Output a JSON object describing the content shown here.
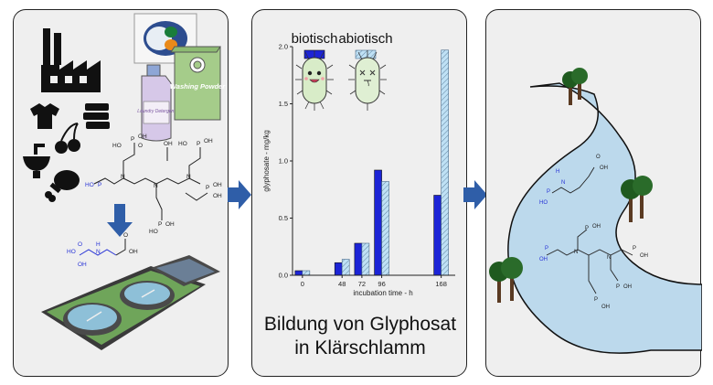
{
  "panel1": {
    "washing_powder": "Washing Powder",
    "laundry_detergent": "Laundry Detergent",
    "chem": {
      "po3h2": "P",
      "o": "O",
      "oh": "OH",
      "ho": "HO",
      "n": "N",
      "h": "H"
    }
  },
  "panel2": {
    "title_line1": "Bildung von Glyphosat",
    "title_line2": "in Klärschlamm"
  },
  "chart_data": {
    "type": "bar",
    "ylabel": "glyphosate - mg/kg",
    "xlabel": "incubation time - h",
    "ylim": [
      0,
      2.0
    ],
    "yticks": [
      0.0,
      0.5,
      1.0,
      1.5,
      2.0
    ],
    "ytick_labels": [
      "0.0",
      "0.5",
      "1.0",
      "1.5",
      "2.0"
    ],
    "categories": [
      "0",
      "48",
      "72",
      "96",
      "168"
    ],
    "x": [
      0,
      48,
      72,
      96,
      168
    ],
    "legend": "top",
    "grid": false,
    "series": [
      {
        "name": "biotisch",
        "color": "#1c24d6",
        "values": [
          0.04,
          0.11,
          0.28,
          0.92,
          0.7
        ]
      },
      {
        "name": "abiotisch",
        "color": "#bfe1f5",
        "hatch": true,
        "values": [
          0.04,
          0.14,
          0.28,
          0.82,
          1.97
        ]
      }
    ]
  },
  "colors": {
    "bio": "#1c24d6",
    "abio": "#bfe1f5",
    "river": "#bcd9ec",
    "arrow": "#2f5ea8"
  }
}
